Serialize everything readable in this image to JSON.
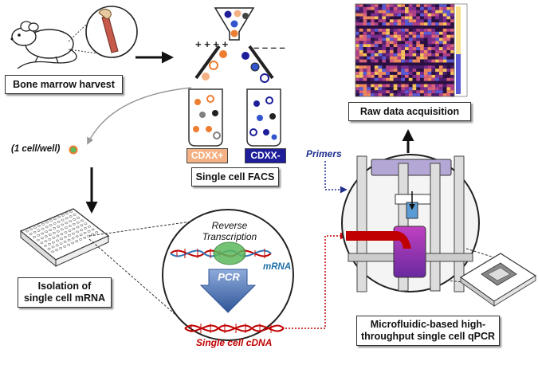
{
  "labels": {
    "bone_marrow_harvest": "Bone marrow harvest",
    "raw_data_acquisition": "Raw data acquisition",
    "single_cell_facs": "Single cell FACS",
    "isolation": "Isolation of\nsingle cell mRNA",
    "microfluidic": "Microfluidic-based high-\nthroughput single cell qPCR",
    "one_cell_per_well": "(1 cell/well)",
    "primers": "Primers",
    "reverse_transcription": "Reverse\nTranscription",
    "mrna": "mRNA",
    "pcr": "PCR",
    "single_cell_cdna": "Single cell cDNA",
    "cdxx_plus": "CDXX+",
    "cdxx_minus": "CDXX-"
  },
  "colors": {
    "cdxx_plus_fill": "#f4b183",
    "cdxx_minus_fill": "#1e1e9a",
    "primers_text": "#1f2f8f",
    "mrna_text": "#1f6fa8",
    "cdna_text": "#c00000",
    "pcr_arrow": "#4f71be",
    "transcription_blob": "#5cb85c"
  }
}
